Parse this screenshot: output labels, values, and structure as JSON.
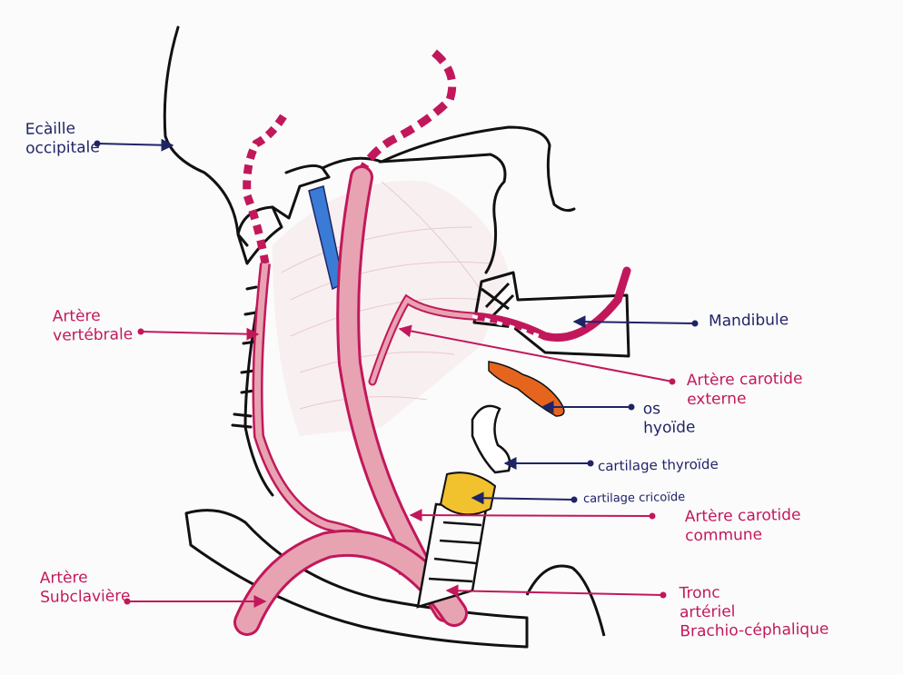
{
  "colors": {
    "bone": "#111111",
    "artery_fill": "#e7a3b1",
    "artery_stroke": "#c2185b",
    "navy_label": "#1f2466",
    "pink_label": "#c2185b",
    "vein_blue": "#3a7bd5",
    "hyoid_orange": "#e6651e",
    "cricoid_yellow": "#f2c12e",
    "muscle_hatch": "#d9a3ad"
  },
  "labels": {
    "ecaille_occipitale": "Ecàille\noccipitale",
    "artere_vertebrale": "Artère\nvertébrale",
    "mandibule": "Mandibule",
    "artere_carotide_externe": "Artère carotide\nexterne",
    "os_hyoide": "os\nhyoïde",
    "cartilage_thyroide": "cartilage thyroïde",
    "cartilage_cricoide": "cartilage cricoïde",
    "artere_carotide_commune": "Artère carotide\ncommune",
    "artere_subclaviere": "Artère\nSubclavière",
    "tronc_arteriel": "Tronc\nartériel\nBrachio-céphalique"
  }
}
